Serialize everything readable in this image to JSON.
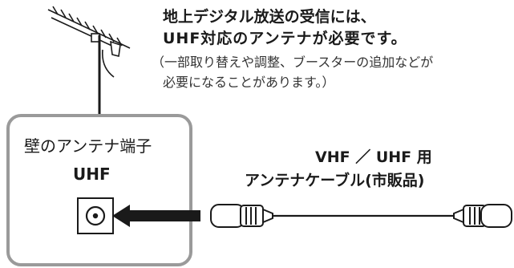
{
  "heading": {
    "line1": "地上デジタル放送の受信には、",
    "line2": "UHF対応のアンテナが必要です。"
  },
  "note": {
    "line1": "（一部取り替えや調整、ブースターの追加などが",
    "line2": "必要になることがあります。）"
  },
  "wall_panel": {
    "title": "壁のアンテナ端子",
    "port_label": "UHF"
  },
  "cable": {
    "line1": "VHF ／ UHF 用",
    "line2": "アンテナケーブル(市販品)"
  },
  "icons": [
    "antenna-icon",
    "antenna-socket-icon",
    "arrow-left-icon",
    "cable-plug-icon"
  ],
  "colors": {
    "ink": "#1a1a1a",
    "panel_border": "#9a9a9a"
  }
}
